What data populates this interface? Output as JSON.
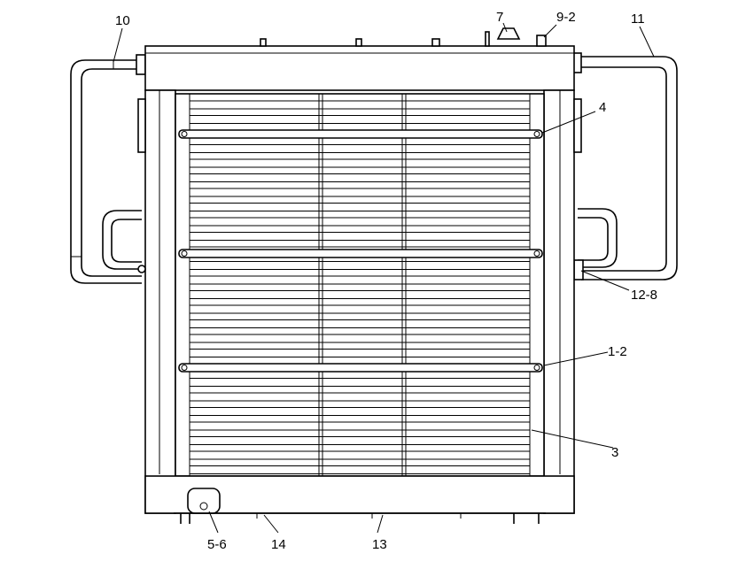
{
  "diagram": {
    "callouts": [
      {
        "id": "c10",
        "text": "10"
      },
      {
        "id": "c7",
        "text": "7"
      },
      {
        "id": "c9-2",
        "text": "9-2"
      },
      {
        "id": "c11",
        "text": "11"
      },
      {
        "id": "c4",
        "text": "4"
      },
      {
        "id": "c12-8",
        "text": "12-8"
      },
      {
        "id": "c1-2",
        "text": "1-2"
      },
      {
        "id": "c3",
        "text": "3"
      },
      {
        "id": "c5-6",
        "text": "5-6"
      },
      {
        "id": "c14",
        "text": "14"
      },
      {
        "id": "c13",
        "text": "13"
      }
    ]
  }
}
